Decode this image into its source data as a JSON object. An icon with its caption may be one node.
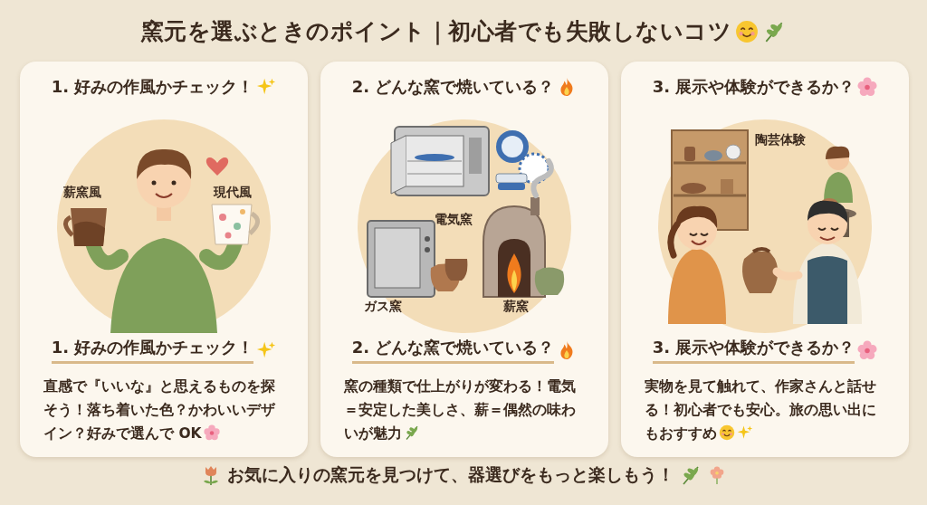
{
  "diagram": {
    "title": "窯元を選ぶときのポイント｜初心者でも失敗しないコツ",
    "caption": "お気に入りの窯元を見つけて、器選びをもっと楽しもう！",
    "nodes": [
      {
        "text": [
          "1. 好みの作風かチェック！",
          "1. 好みの作風かチェック！",
          "直感で『いいな』と思えるものを探そう！落ち着いた色？かわいいデザイン？好みで選んで OK"
        ]
      },
      {
        "text": [
          "2. どんな窯で焼いている？",
          "2. どんな窯で焼いている？",
          "窯の種類で仕上がりが変わる！電気＝安定した美しさ、薪＝偶然の味わいが魅力"
        ]
      },
      {
        "text": [
          "3. 展示や体験ができるか？",
          "3. 展示や体験ができるか？",
          "実物を見て触れて、作家さんと話せる！初心者でも安心。旅の思い出にもおすすめ"
        ]
      }
    ],
    "labels": [
      "薪窯風",
      "現代風",
      "電気窯",
      "ガス窯",
      "薪窯",
      "陶芸体験"
    ]
  }
}
